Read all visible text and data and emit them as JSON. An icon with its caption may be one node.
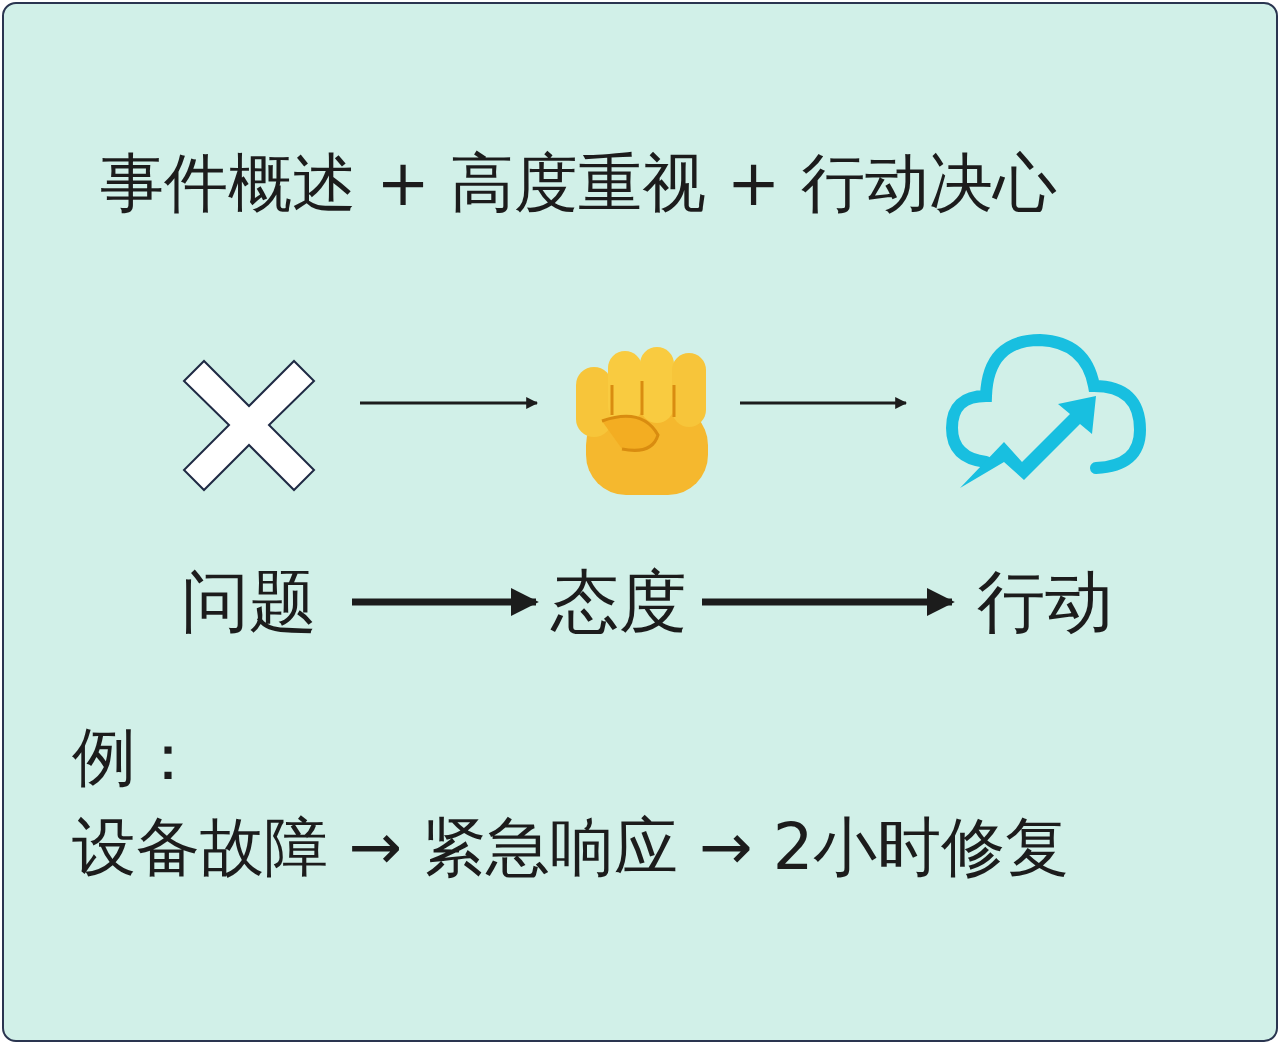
{
  "diagram": {
    "title": "事件概述 + 高度重视 + 行动决心",
    "nodes": [
      {
        "text": [],
        "shape": "cross"
      },
      {
        "text": [],
        "shape": "picture"
      },
      {
        "text": [],
        "shape": "cloud"
      },
      {
        "text": [
          "问题"
        ]
      },
      {
        "text": [
          "态度"
        ]
      },
      {
        "text": [
          "行动"
        ]
      }
    ],
    "edges": [
      {
        "from": 0,
        "to": 1,
        "arrow": "to"
      },
      {
        "from": 1,
        "to": 2,
        "arrow": "to"
      },
      {
        "from": 3,
        "to": 4,
        "arrow": "to",
        "style": "thick"
      },
      {
        "from": 4,
        "to": 5,
        "arrow": "to",
        "style": "thick"
      }
    ],
    "labels": [
      "例：",
      "设备故障 → 紧急响应 → 2小时修复"
    ]
  }
}
